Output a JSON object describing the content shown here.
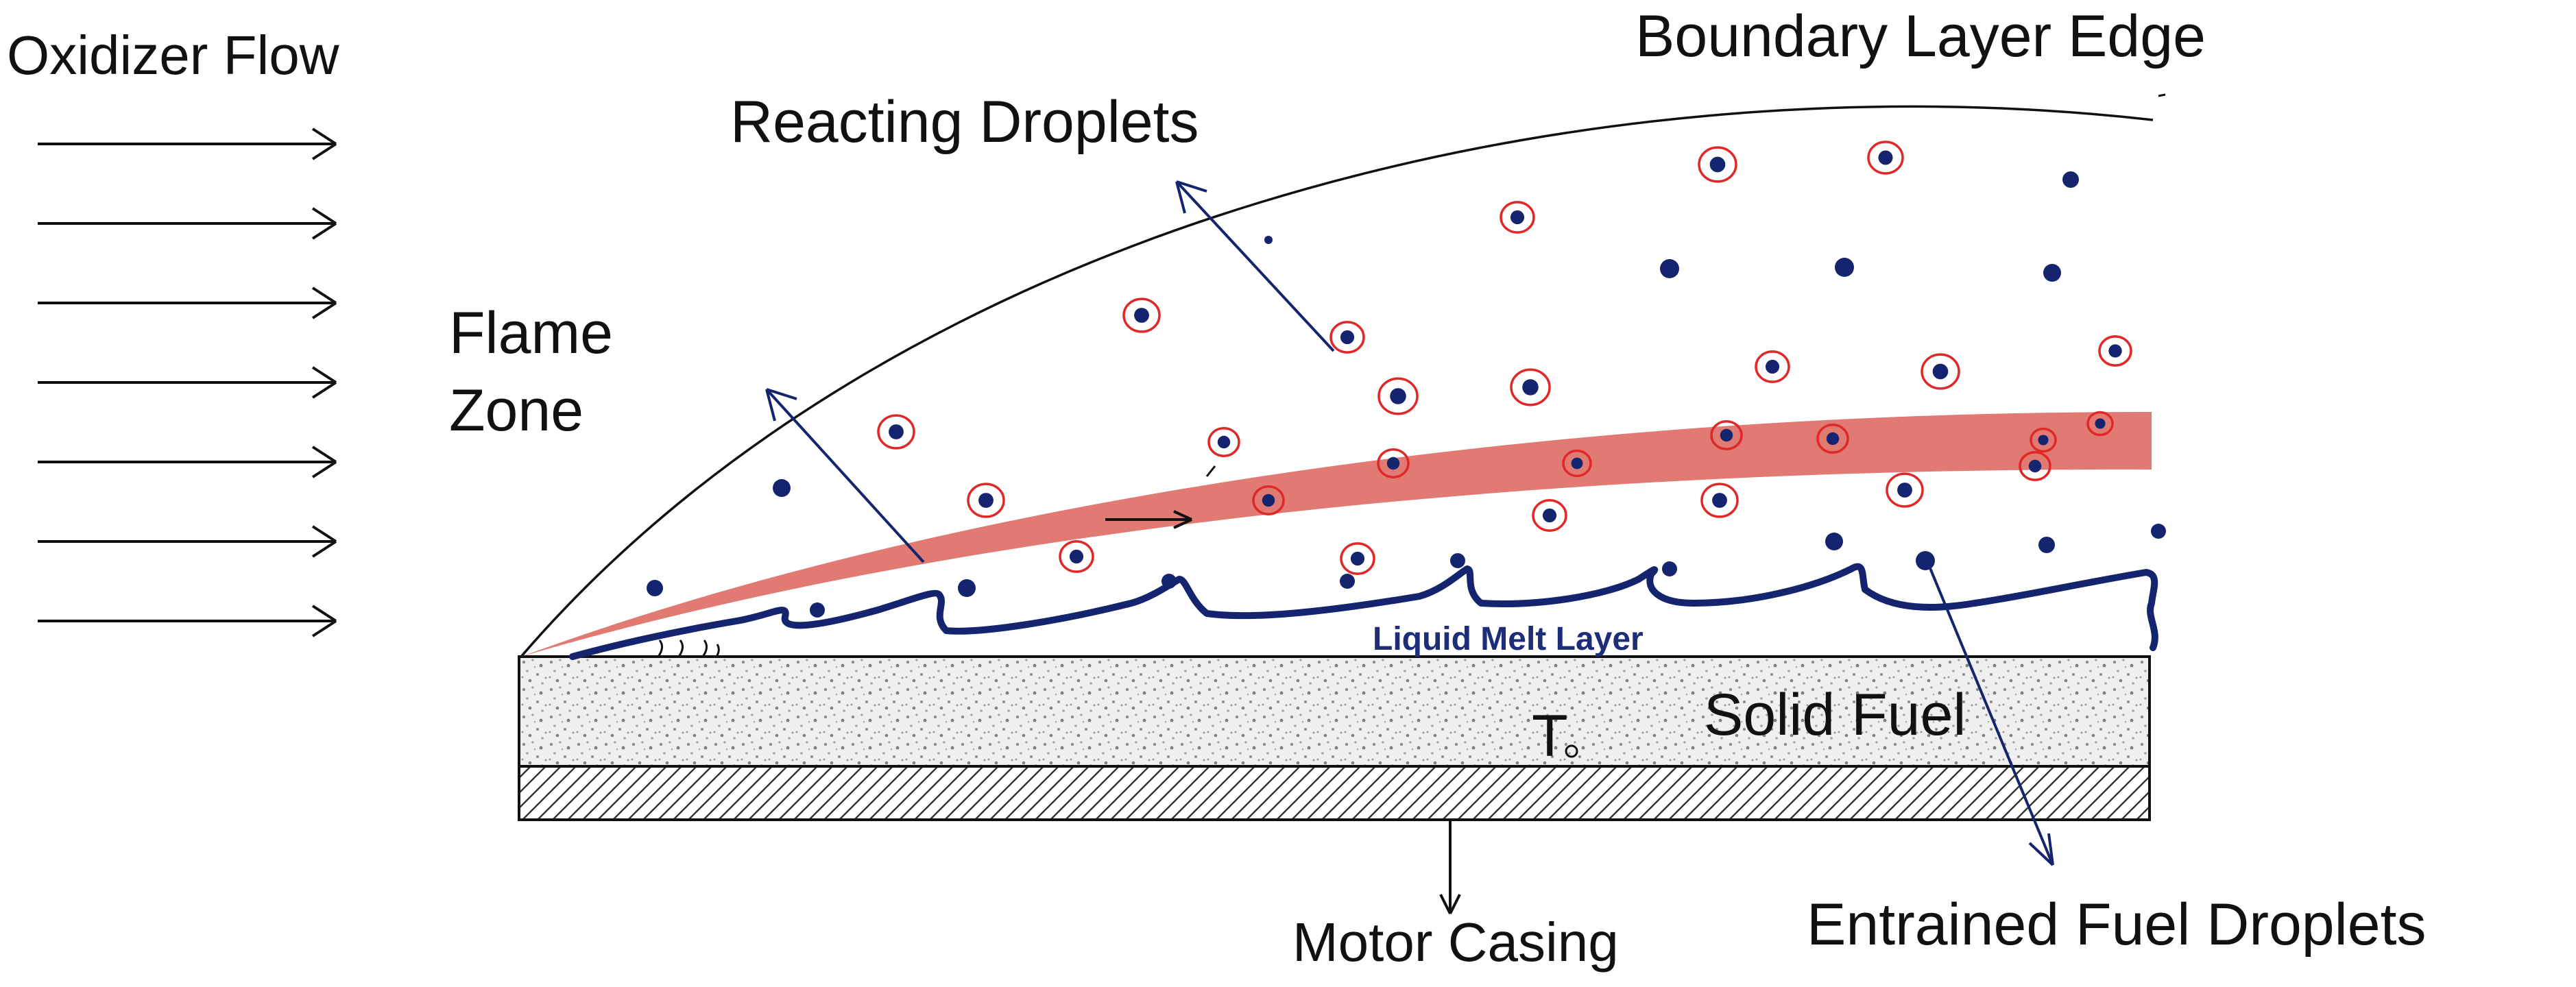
{
  "labels": {
    "oxidizer_flow": "Oxidizer Flow",
    "boundary_layer_edge": "Boundary Layer Edge",
    "reacting_droplets": "Reacting Droplets",
    "flame_zone_line1": "Flame",
    "flame_zone_line2": "Zone",
    "liquid_melt_layer": "Liquid Melt Layer",
    "solid_fuel": "Solid Fuel",
    "temperature_symbol": "T",
    "motor_casing": "Motor Casing",
    "entrained_fuel_droplets": "Entrained Fuel Droplets"
  },
  "colors": {
    "ink": "#111111",
    "navy": "#14246e",
    "flame": "#e07a72",
    "droplet_ring": "#e02828",
    "fuel_speckle": "#8c8c8c",
    "fuel_fill": "#efefef"
  },
  "oxidizer_arrow_count": 7
}
